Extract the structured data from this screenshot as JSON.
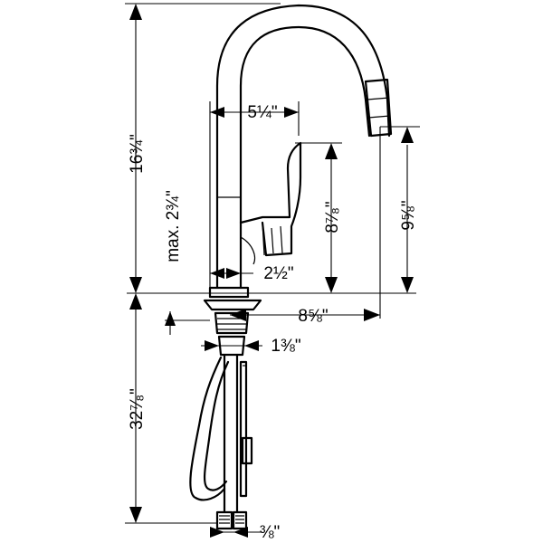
{
  "diagram": {
    "dimensions": {
      "overall_height": "16¾\"",
      "spout_reach_top": "5¼\"",
      "max_deck": "max. 2¾\"",
      "handle_height": "8⁷⁄₈\"",
      "spout_height": "9⅝\"",
      "base_width": "2½\"",
      "spout_reach": "8⅝\"",
      "hole_diameter": "1⅜\"",
      "hose_length": "32⁷⁄₈\"",
      "connection": "⅜\""
    }
  }
}
